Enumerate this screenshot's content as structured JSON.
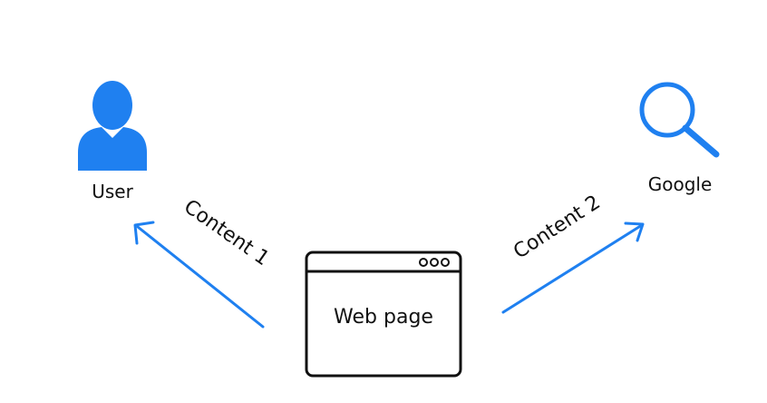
{
  "colors": {
    "accent": "#1f80f0",
    "ink": "#111111",
    "background": "#ffffff"
  },
  "nodes": {
    "user": {
      "label": "User",
      "icon": "user-icon"
    },
    "google": {
      "label": "Google",
      "icon": "search-icon"
    },
    "web_page": {
      "label": "Web page",
      "icon": "browser-window-icon"
    }
  },
  "edges": {
    "to_user": {
      "label": "Content 1",
      "from": "Web page",
      "to": "User"
    },
    "to_google": {
      "label": "Content 2",
      "from": "Web page",
      "to": "Google"
    }
  }
}
